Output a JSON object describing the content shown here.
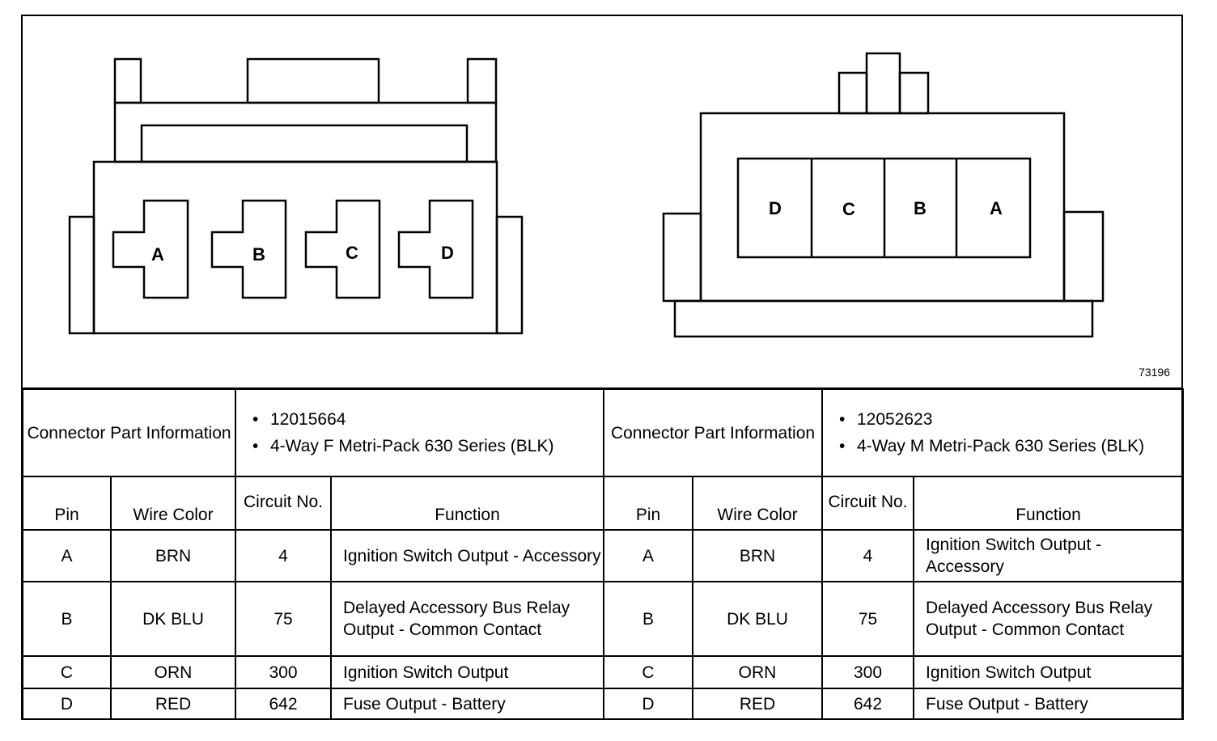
{
  "figure_number": "73196",
  "connectors": [
    {
      "side": "left",
      "pin_order_visual": [
        "A",
        "B",
        "C",
        "D"
      ],
      "part_info_label": "Connector Part Information",
      "part_info": [
        "12015664",
        "4-Way F Metri-Pack 630 Series (BLK)"
      ],
      "headers": {
        "pin": "Pin",
        "wire_color": "Wire Color",
        "circuit": "Circuit No.",
        "function": "Function"
      },
      "rows": [
        {
          "pin": "A",
          "wire_color": "BRN",
          "circuit": "4",
          "function": "Ignition Switch Output - Accessory"
        },
        {
          "pin": "B",
          "wire_color": "DK BLU",
          "circuit": "75",
          "function": "Delayed Accessory Bus Relay Output - Common Contact"
        },
        {
          "pin": "C",
          "wire_color": "ORN",
          "circuit": "300",
          "function": "Ignition Switch Output"
        },
        {
          "pin": "D",
          "wire_color": "RED",
          "circuit": "642",
          "function": "Fuse Output - Battery"
        }
      ]
    },
    {
      "side": "right",
      "pin_order_visual": [
        "D",
        "C",
        "B",
        "A"
      ],
      "part_info_label": "Connector Part Information",
      "part_info": [
        "12052623",
        "4-Way M Metri-Pack 630 Series (BLK)"
      ],
      "headers": {
        "pin": "Pin",
        "wire_color": "Wire Color",
        "circuit": "Circuit No.",
        "function": "Function"
      },
      "rows": [
        {
          "pin": "A",
          "wire_color": "BRN",
          "circuit": "4",
          "function": "Ignition Switch Output - Accessory"
        },
        {
          "pin": "B",
          "wire_color": "DK BLU",
          "circuit": "75",
          "function": "Delayed Accessory Bus Relay Output - Common Contact"
        },
        {
          "pin": "C",
          "wire_color": "ORN",
          "circuit": "300",
          "function": "Ignition Switch Output"
        },
        {
          "pin": "D",
          "wire_color": "RED",
          "circuit": "642",
          "function": "Fuse Output - Battery"
        }
      ]
    }
  ]
}
